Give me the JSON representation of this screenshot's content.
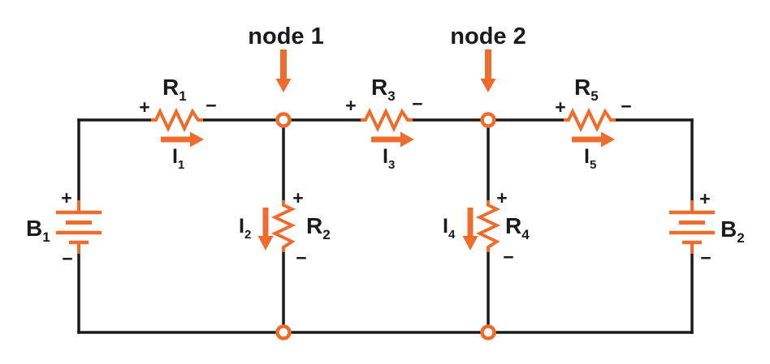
{
  "colors": {
    "accent": "#ee6c2d",
    "wire": "#1b1b1b",
    "text": "#1b1b1b",
    "background": "#ffffff"
  },
  "circuit": {
    "nodes": {
      "n1": {
        "label": "node 1"
      },
      "n2": {
        "label": "node 2"
      }
    },
    "batteries": {
      "b1": {
        "name": "B",
        "sub": "1",
        "polarity_top": "+",
        "polarity_bottom": "−"
      },
      "b2": {
        "name": "B",
        "sub": "2",
        "polarity_top": "+",
        "polarity_bottom": "−"
      }
    },
    "resistors": {
      "r1": {
        "name": "R",
        "sub": "1",
        "polarity_left": "+",
        "polarity_right": "−"
      },
      "r2": {
        "name": "R",
        "sub": "2",
        "polarity_top": "+",
        "polarity_bottom": "−"
      },
      "r3": {
        "name": "R",
        "sub": "3",
        "polarity_left": "+",
        "polarity_right": "−"
      },
      "r4": {
        "name": "R",
        "sub": "4",
        "polarity_top": "+",
        "polarity_bottom": "−"
      },
      "r5": {
        "name": "R",
        "sub": "5",
        "polarity_left": "+",
        "polarity_right": "−"
      }
    },
    "currents": {
      "i1": {
        "name": "I",
        "sub": "1"
      },
      "i2": {
        "name": "I",
        "sub": "2"
      },
      "i3": {
        "name": "I",
        "sub": "3"
      },
      "i4": {
        "name": "I",
        "sub": "4"
      },
      "i5": {
        "name": "I",
        "sub": "5"
      }
    }
  }
}
